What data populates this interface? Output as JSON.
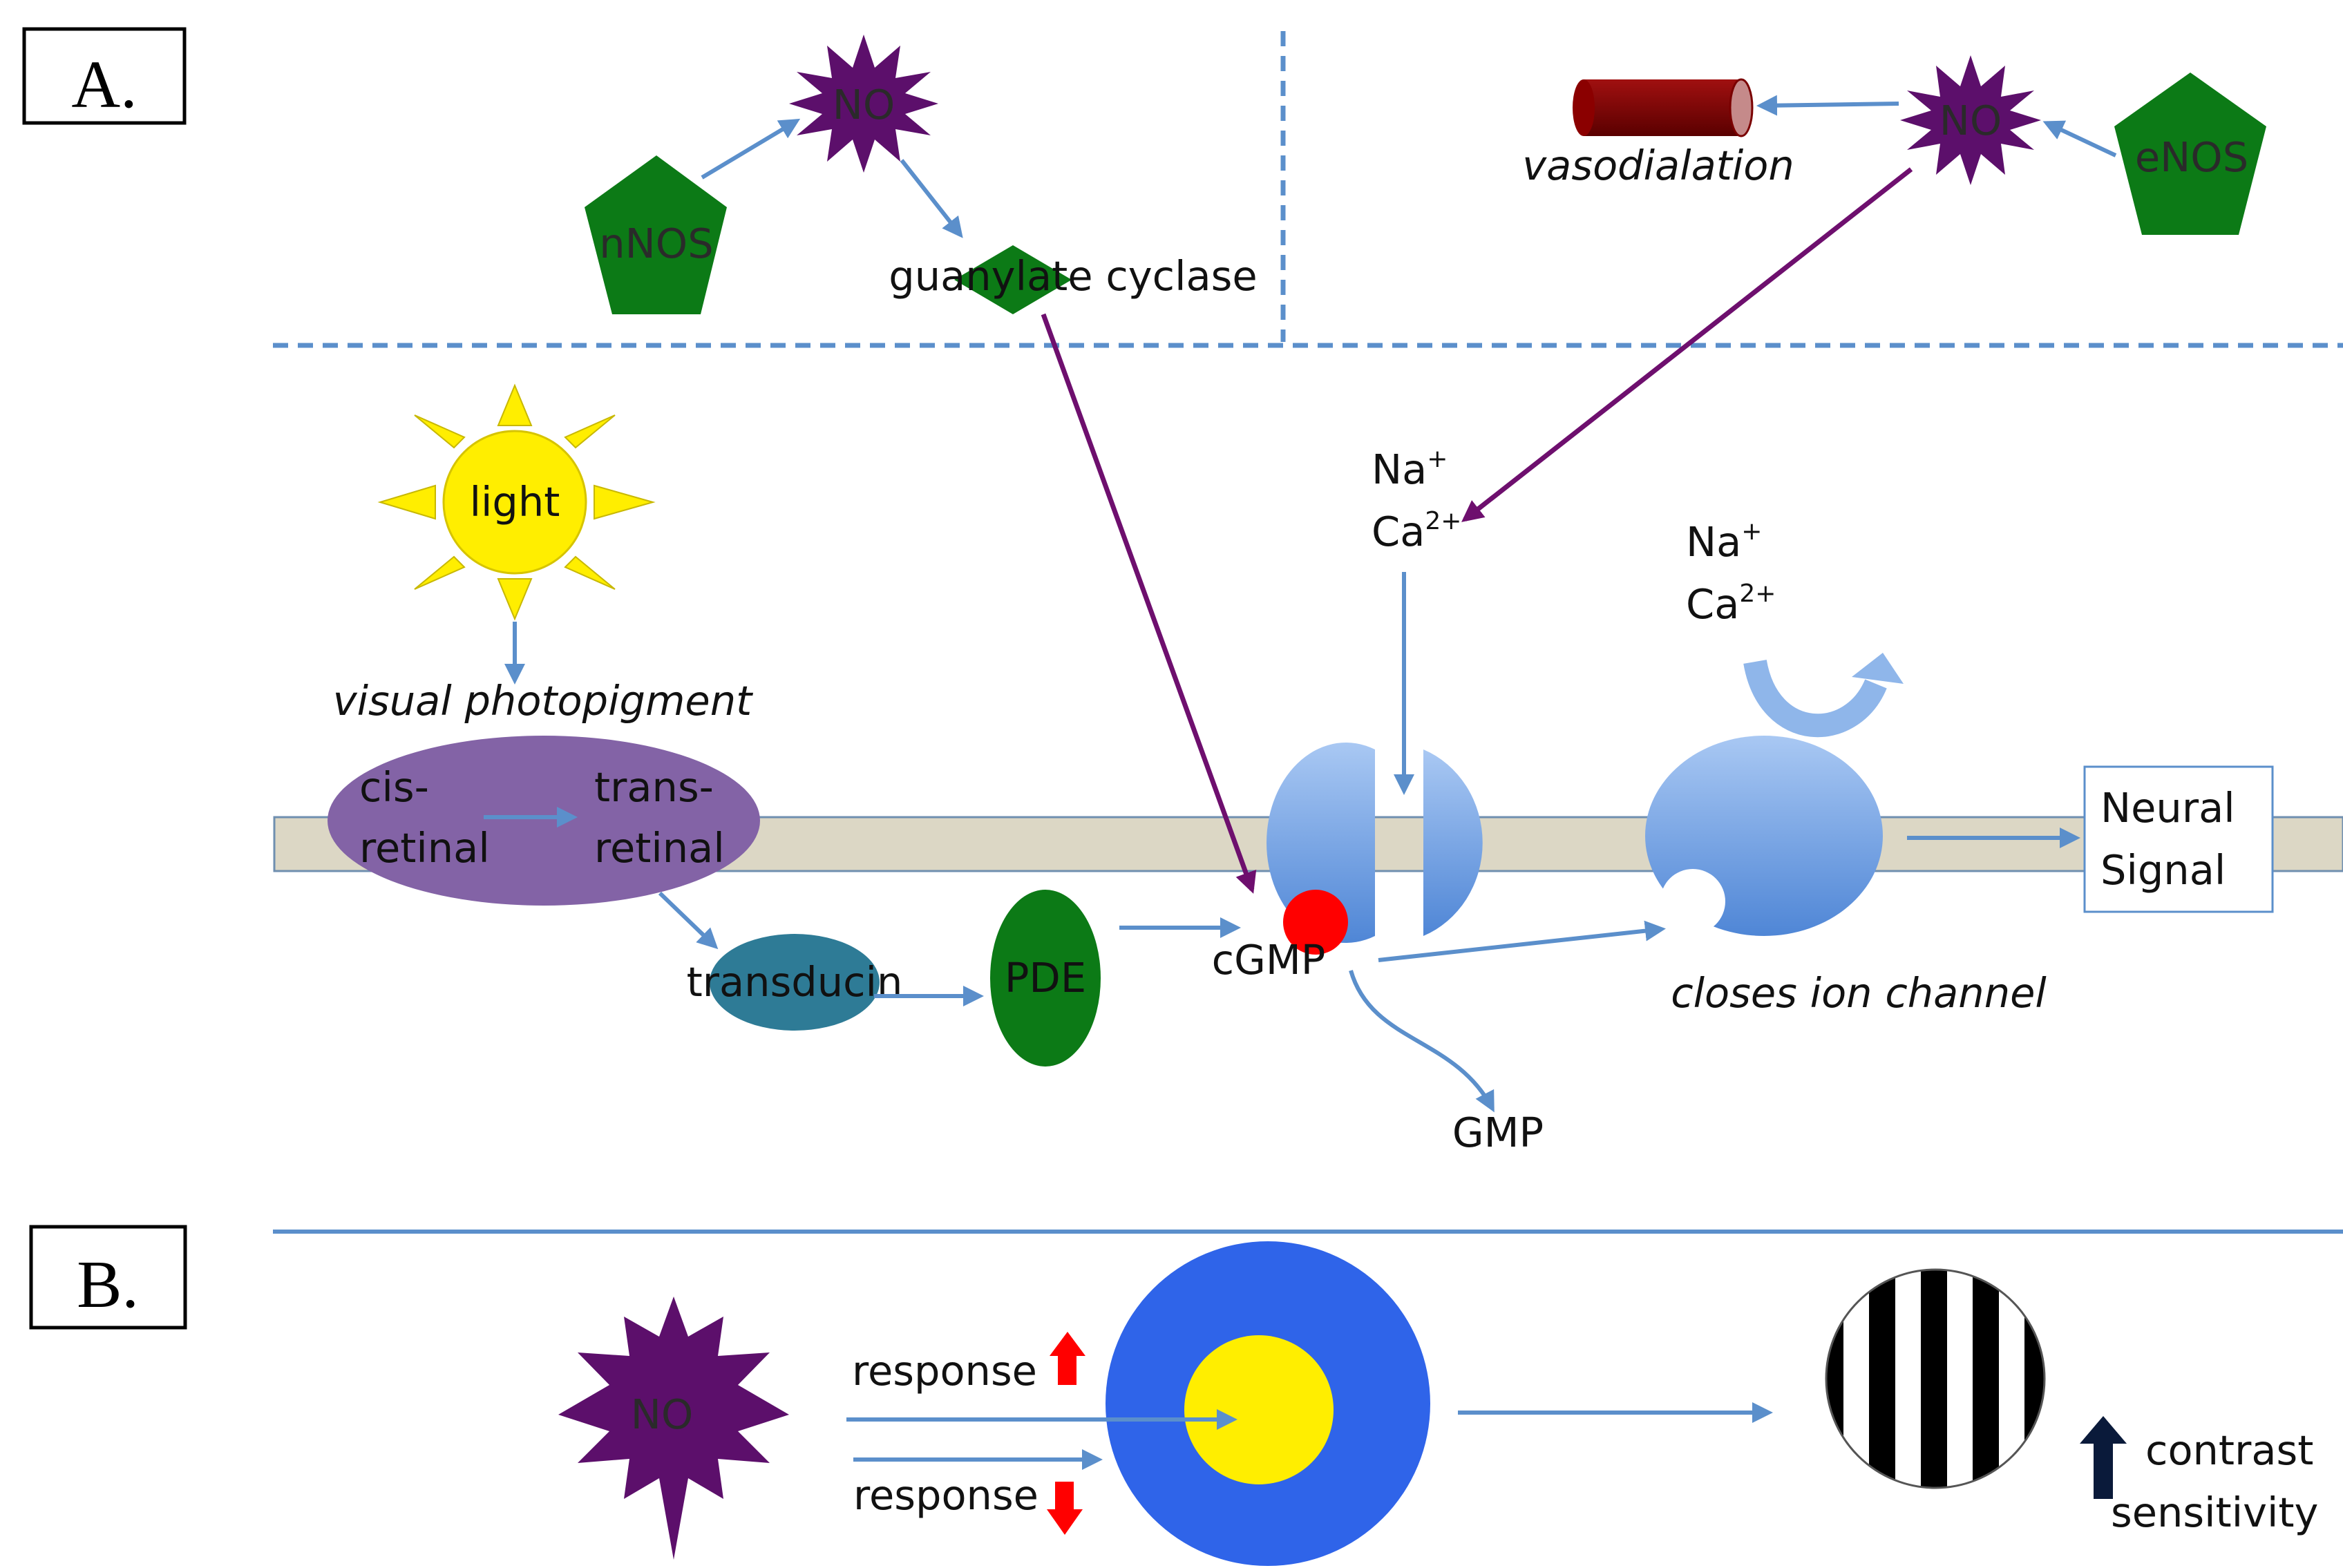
{
  "panels": {
    "a_label": "A.",
    "b_label": "B."
  },
  "panel_a": {
    "nnos": "nNOS",
    "enos": "eNOS",
    "no_left": "NO",
    "no_right": "NO",
    "guanylate_cyclase": "guanylate cyclase",
    "vasodialation": "vasodialation",
    "light": "light",
    "visual_photopigment": "visual photopigment",
    "cis_1": "cis-",
    "cis_2": "retinal",
    "trans_1": "trans-",
    "trans_2": "retinal",
    "transducin": "transducin",
    "pde": "PDE",
    "cgmp": "cGMP",
    "gmp": "GMP",
    "ion1_na": "Na",
    "ion1_na_sup": "+",
    "ion1_ca": "Ca",
    "ion1_ca_sup": "2+",
    "ion2_na": "Na",
    "ion2_na_sup": "+",
    "ion2_ca": "Ca",
    "ion2_ca_sup": "2+",
    "closes_ion_channel": "closes ion channel",
    "neural_1": "Neural",
    "neural_2": "Signal"
  },
  "panel_b": {
    "no": "NO",
    "response_up": "response",
    "response_down": "response",
    "contrast": "contrast",
    "sensitivity": "sensitivity"
  },
  "colors": {
    "arrow_blue": "#5b8fcb",
    "arrow_purple": "#6e0f6e",
    "no_star": "#5c0f6b",
    "nos_green": "#0c7a16",
    "sun_yellow": "#ffee00",
    "retinal_purple": "#8363a6",
    "transducin_teal": "#2e7b96",
    "channel_blue": "#6e9fe0",
    "cgmp_red": "#ff0000",
    "membrane": "#dcd7c5",
    "receptive_field_blue": "#2f64e9",
    "vessel_red": "#8b0000"
  }
}
